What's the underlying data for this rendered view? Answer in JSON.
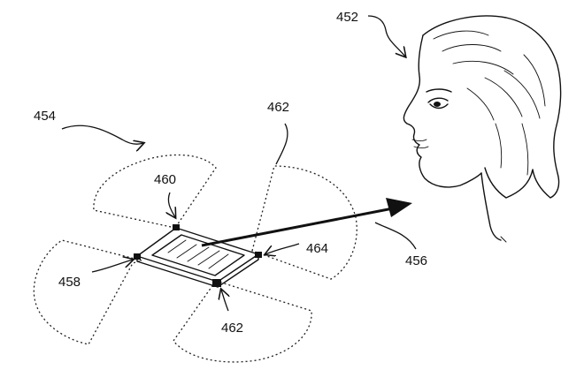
{
  "figure": {
    "labels": {
      "user_head": "452",
      "sensing_regions": "454",
      "gaze_direction": "456",
      "side_region_left": "458",
      "top_region": "460",
      "corner_region_top": "462",
      "corner_region_bottom": "462",
      "side_region_right": "464"
    },
    "colors": {
      "ink": "#111111",
      "background": "#ffffff"
    }
  }
}
